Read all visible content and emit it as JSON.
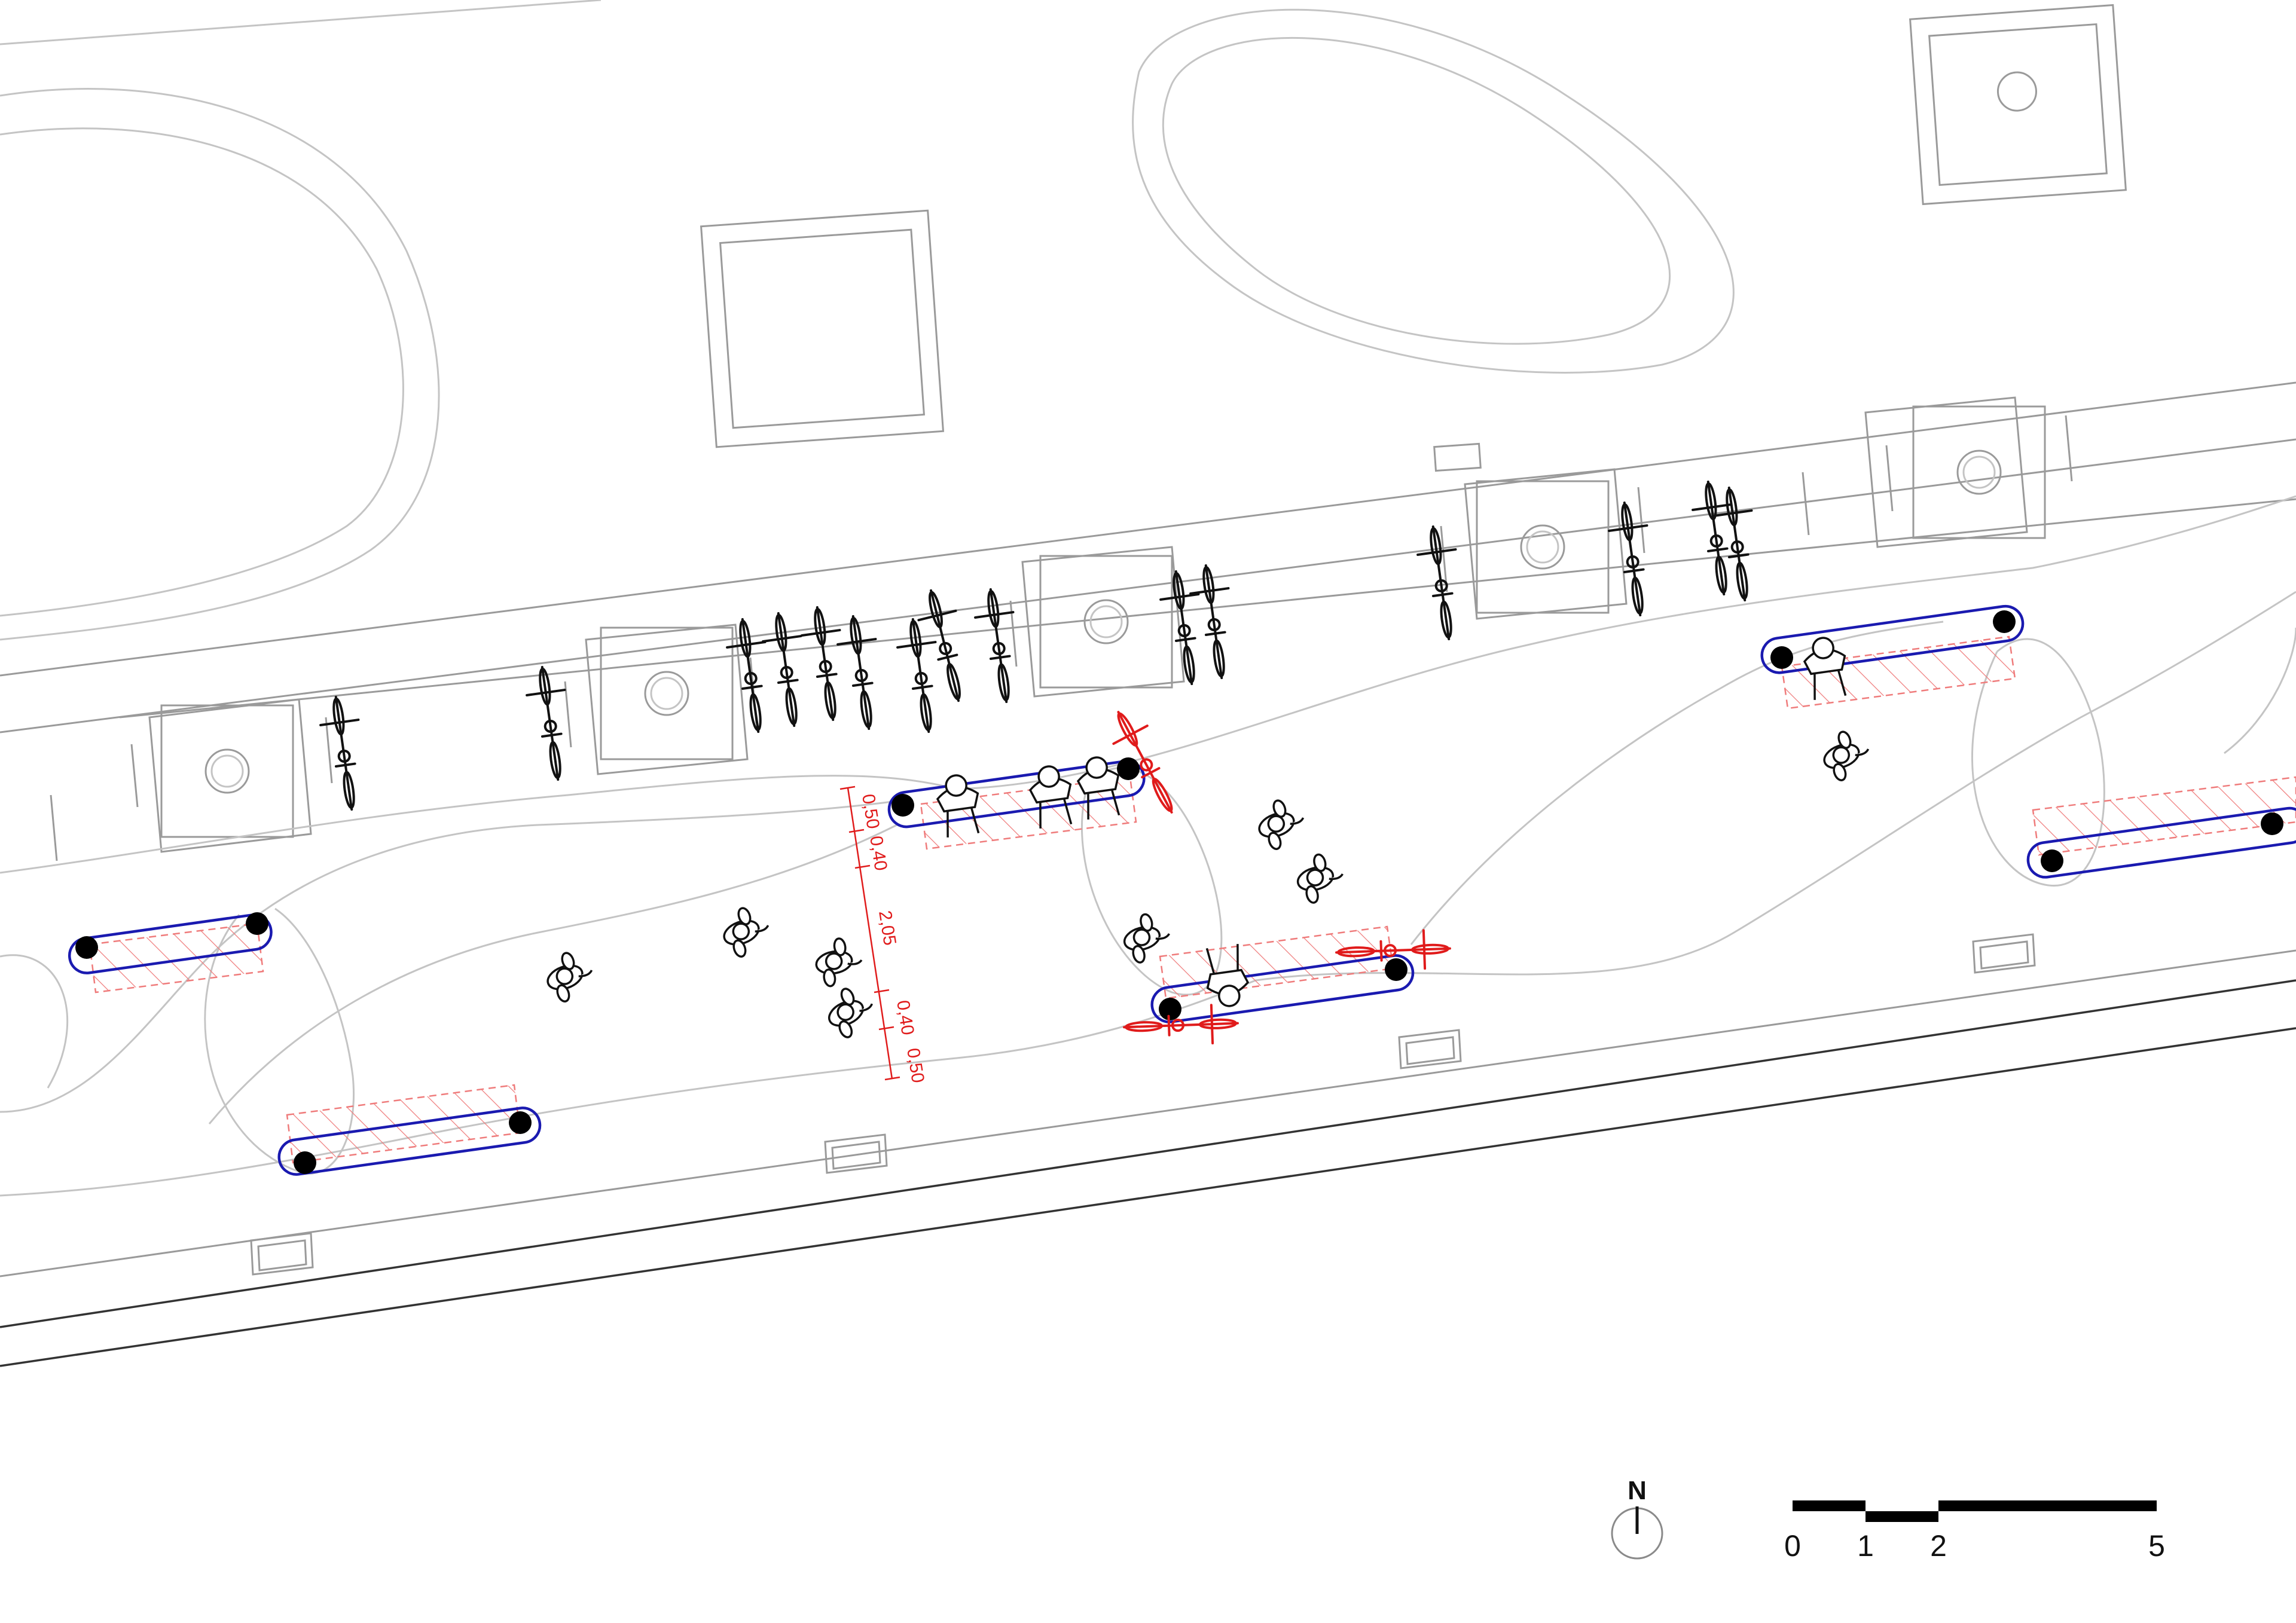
{
  "dimensions": {
    "labels": [
      "0,50",
      "0,40",
      "2,05",
      "0,40",
      "0,50"
    ]
  },
  "north_arrow": {
    "label": "N"
  },
  "scale_bar": {
    "labels": [
      "0",
      "1",
      "2",
      "5"
    ]
  },
  "colors": {
    "bench": "#1a1ab0",
    "dimension": "#e01b1b",
    "hatch": "#ef7b7b",
    "outline": "#c4c4c4"
  },
  "icons": [
    "bicycle-icon",
    "person-icon",
    "tree-pit-icon",
    "bench-post-icon",
    "north-arrow-icon"
  ]
}
